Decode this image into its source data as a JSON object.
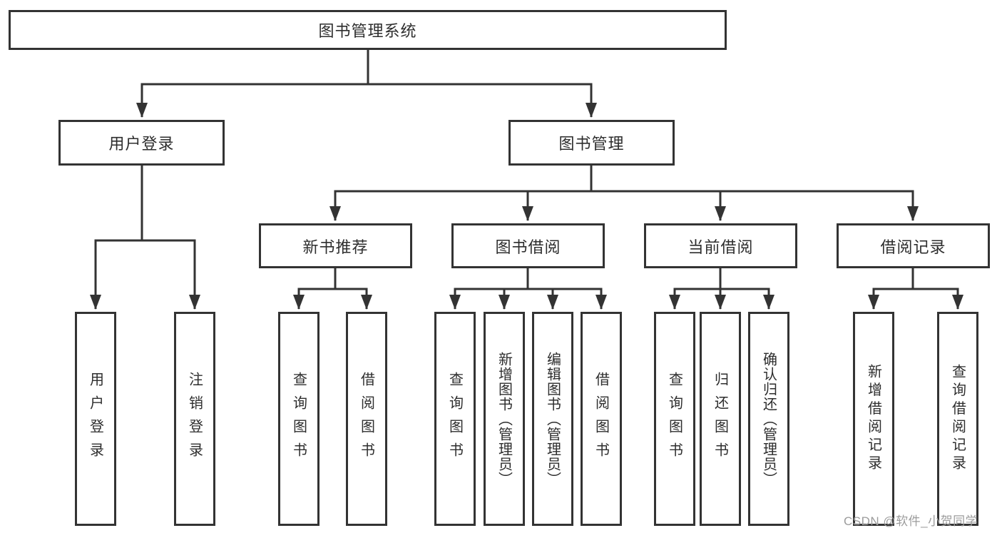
{
  "diagram": {
    "title": "图书管理系统",
    "branches": [
      {
        "label": "用户登录",
        "children": [
          "用户登录",
          "注销登录"
        ]
      },
      {
        "label": "图书管理",
        "groups": [
          {
            "label": "新书推荐",
            "children": [
              "查询图书",
              "借阅图书"
            ]
          },
          {
            "label": "图书借阅",
            "children": [
              "查询图书",
              "新增图书（管理员）",
              "编辑图书（管理员）",
              "借阅图书"
            ]
          },
          {
            "label": "当前借阅",
            "children": [
              "查询图书",
              "归还图书",
              "确认归还（管理员）"
            ]
          },
          {
            "label": "借阅记录",
            "children": [
              "新增借阅记录",
              "查询借阅记录"
            ]
          }
        ]
      }
    ]
  },
  "watermark": "CSDN @软件_小贺同学",
  "colors": {
    "line": "#333333",
    "text": "#2d2d2d",
    "watermark": "#9c9c9c",
    "background": "#ffffff"
  }
}
